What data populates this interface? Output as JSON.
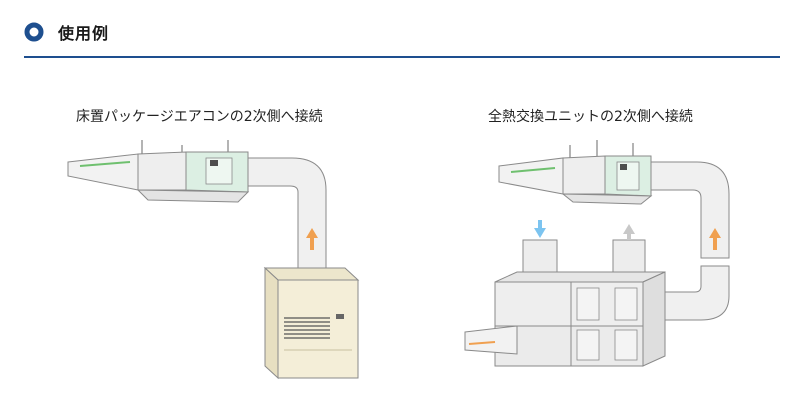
{
  "section": {
    "title": "使用例",
    "accent": "#1e4f8f"
  },
  "examples": [
    {
      "label": "床置パッケージエアコンの2次側へ接続"
    },
    {
      "label": "全熱交換ユニットの2次側へ接続"
    }
  ],
  "colors": {
    "unit_green": "#dcefe3",
    "outline": "#8a8a8a",
    "duct": "#f0f0f0",
    "ac_cabinet": "#f4eed8",
    "arrow_orange": "#f0a050",
    "arrow_blue": "#7cc4f0",
    "arrow_gray": "#c8c8c8"
  },
  "icons": [
    "ring-icon",
    "up-arrow-icon",
    "down-arrow-icon"
  ]
}
